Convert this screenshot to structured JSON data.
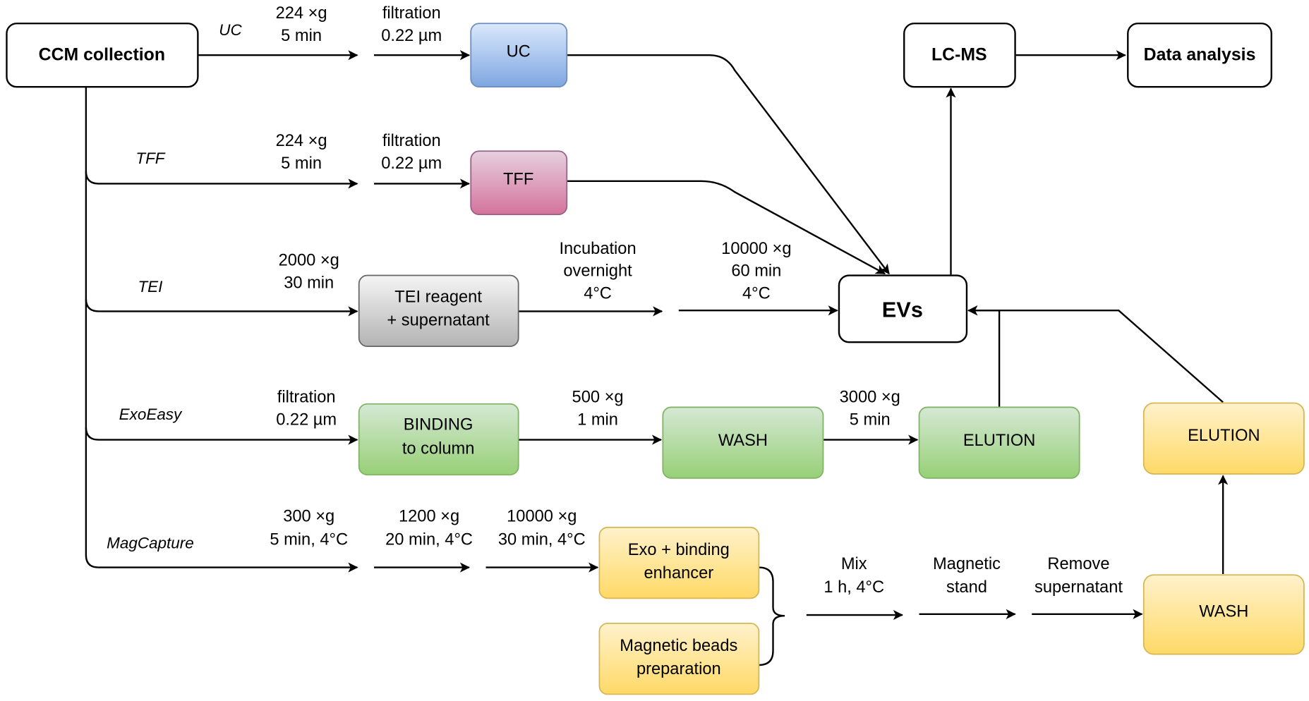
{
  "diagram": {
    "title_nodes": {
      "ccm": "CCM collection",
      "lcms": "LC-MS",
      "data_analysis": "Data analysis",
      "evs": "EVs"
    },
    "colors": {
      "uc_top": "#dae8fc",
      "uc_bottom": "#7ea6e0",
      "uc_stroke": "#6c8ebf",
      "tff_top": "#e6d0de",
      "tff_bottom": "#d5739d",
      "tff_stroke": "#996185",
      "tei_top": "#f5f5f5",
      "tei_bottom": "#b3b3b3",
      "tei_stroke": "#666666",
      "green_top": "#d5e8d4",
      "green_bottom": "#97d077",
      "green_stroke": "#82b366",
      "yellow_top": "#fff2cc",
      "yellow_bottom": "#ffd966",
      "yellow_stroke": "#d6b656"
    },
    "methods": {
      "uc": {
        "label": "UC",
        "step1": [
          "224 ×g",
          "5 min"
        ],
        "step2": [
          "filtration",
          "0.22 µm"
        ],
        "box": "UC"
      },
      "tff": {
        "label": "TFF",
        "step1": [
          "224 ×g",
          "5 min"
        ],
        "step2": [
          "filtration",
          "0.22 µm"
        ],
        "box": "TFF"
      },
      "tei": {
        "label": "TEI",
        "step1": [
          "2000 ×g",
          "30 min"
        ],
        "box": [
          "TEI reagent",
          "+ supernatant"
        ],
        "step2": [
          "Incubation",
          "overnight",
          "4°C"
        ],
        "step3": [
          "10000 ×g",
          "60 min",
          "4°C"
        ]
      },
      "exoeasy": {
        "label": "ExoEasy",
        "step1": [
          "filtration",
          "0.22 µm"
        ],
        "box1": [
          "BINDING",
          "to column"
        ],
        "step2": [
          "500 ×g",
          "1 min"
        ],
        "box2": "WASH",
        "step3": [
          "3000 ×g",
          "5 min"
        ],
        "box3": "ELUTION"
      },
      "magcapture": {
        "label": "MagCapture",
        "step1": [
          "300 ×g",
          "5 min, 4°C"
        ],
        "step2": [
          "1200 ×g",
          "20 min, 4°C"
        ],
        "step3": [
          "10000 ×g",
          "30 min, 4°C"
        ],
        "box1": [
          "Exo + binding",
          "enhancer"
        ],
        "box2": [
          "Magnetic beads",
          "preparation"
        ],
        "step4": [
          "Mix",
          "1 h, 4°C"
        ],
        "step5": [
          "Magnetic",
          "stand"
        ],
        "step6": [
          "Remove",
          "supernatant"
        ],
        "box3": "WASH",
        "box4": "ELUTION"
      }
    }
  }
}
